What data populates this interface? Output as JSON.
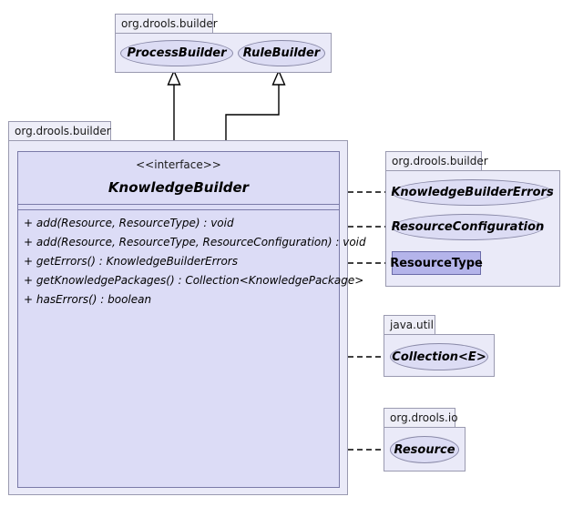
{
  "diagram": {
    "title": "KnowledgeBuilder UML class diagram",
    "colors": {
      "package_fill": "#eaeaf8",
      "package_tab_fill": "#eeeef8",
      "package_border": "#9a9ab0",
      "interface_fill": "#dcdcf4",
      "interface_border": "#8a8aa8",
      "class_fill": "#b4b4ea",
      "class_border": "#6a6aa8",
      "ifacebox_fill": "#dcdcf6",
      "line": "#000000",
      "background": "#ffffff"
    }
  },
  "packages": {
    "top_builder": {
      "label": "org.drools.builder",
      "members": [
        {
          "name": "ProcessBuilder",
          "kind": "interface"
        },
        {
          "name": "RuleBuilder",
          "kind": "interface"
        }
      ]
    },
    "main_builder": {
      "label": "org.drools.builder"
    },
    "right_builder": {
      "label": "org.drools.builder",
      "members": [
        {
          "name": "KnowledgeBuilderErrors",
          "kind": "interface"
        },
        {
          "name": "ResourceConfiguration",
          "kind": "interface"
        },
        {
          "name": "ResourceType",
          "kind": "class"
        }
      ]
    },
    "java_util": {
      "label": "java.util",
      "members": [
        {
          "name": "Collection<E>",
          "kind": "interface"
        }
      ]
    },
    "drools_io": {
      "label": "org.drools.io",
      "members": [
        {
          "name": "Resource",
          "kind": "interface"
        }
      ]
    }
  },
  "main_class": {
    "stereotype": "<<interface>>",
    "name": "KnowledgeBuilder",
    "attributes": [],
    "methods": [
      {
        "visibility": "+",
        "signature": "add(Resource, ResourceType) : void"
      },
      {
        "visibility": "+",
        "signature": "add(Resource, ResourceType, ResourceConfiguration) : void"
      },
      {
        "visibility": "+",
        "signature": "getErrors() : KnowledgeBuilderErrors"
      },
      {
        "visibility": "+",
        "signature": "getKnowledgePackages() : Collection<KnowledgePackage>"
      },
      {
        "visibility": "+",
        "signature": "hasErrors() : boolean"
      }
    ]
  },
  "relationships": [
    {
      "type": "generalization",
      "from": "KnowledgeBuilder",
      "to": "ProcessBuilder"
    },
    {
      "type": "generalization",
      "from": "KnowledgeBuilder",
      "to": "RuleBuilder"
    },
    {
      "type": "dependency",
      "from": "KnowledgeBuilder",
      "to": "KnowledgeBuilderErrors"
    },
    {
      "type": "dependency",
      "from": "KnowledgeBuilder",
      "to": "ResourceConfiguration"
    },
    {
      "type": "dependency",
      "from": "KnowledgeBuilder",
      "to": "ResourceType"
    },
    {
      "type": "dependency",
      "from": "KnowledgeBuilder",
      "to": "Collection<E>"
    },
    {
      "type": "dependency",
      "from": "KnowledgeBuilder",
      "to": "Resource"
    }
  ]
}
